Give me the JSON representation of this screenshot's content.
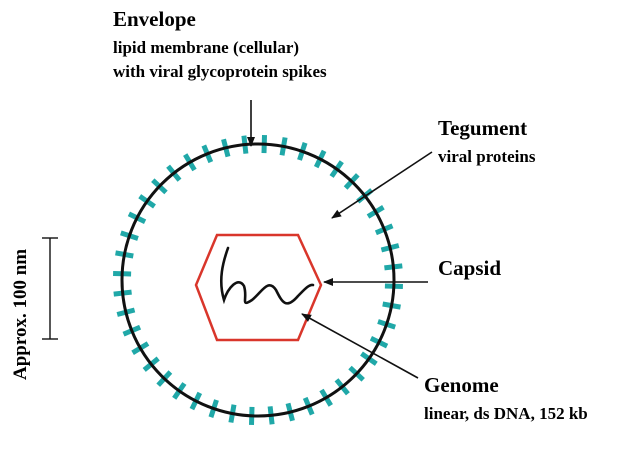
{
  "labels": {
    "envelope": {
      "title": "Envelope",
      "line1": "lipid membrane (cellular)",
      "line2": "with viral glycoprotein spikes"
    },
    "tegument": {
      "title": "Tegument",
      "line1": "viral proteins"
    },
    "capsid": {
      "title": "Capsid"
    },
    "genome": {
      "title": "Genome",
      "line1": "linear, ds DNA, 152 kb"
    }
  },
  "scale": {
    "label": "Approx. 100 nm"
  },
  "colors": {
    "membrane": "#111111",
    "spike": "#20a8a8",
    "capsid": "#d9362b",
    "genome": "#111111",
    "arrow": "#111111"
  },
  "spike_count": 44
}
